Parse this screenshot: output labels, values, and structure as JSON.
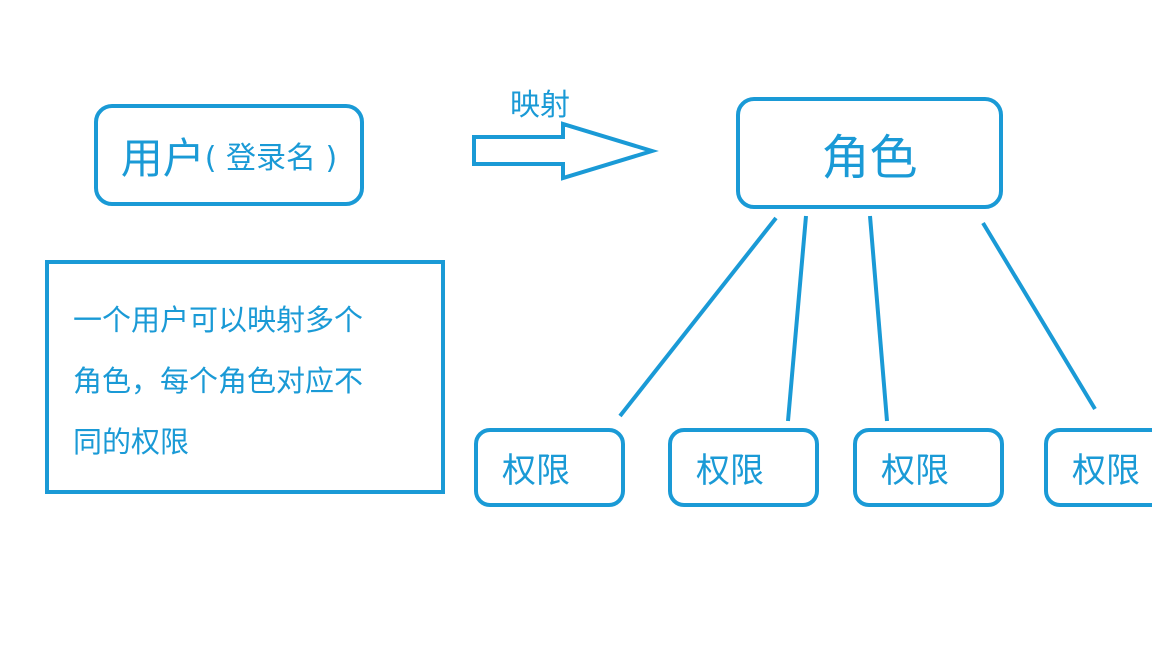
{
  "diagram": {
    "user_node": {
      "main_label": "用户",
      "sub_label": "( 登录名 )"
    },
    "arrow_label": "映射",
    "role_node": {
      "label": "角色"
    },
    "permission_nodes": [
      {
        "label": "权限"
      },
      {
        "label": "权限"
      },
      {
        "label": "权限"
      },
      {
        "label": "权限"
      }
    ],
    "note": {
      "line1": "一个用户可以映射多个",
      "line2": "角色，每个角色对应不",
      "line3": "同的权限"
    }
  },
  "colors": {
    "stroke": "#1a9ad6",
    "background": "#ffffff"
  }
}
